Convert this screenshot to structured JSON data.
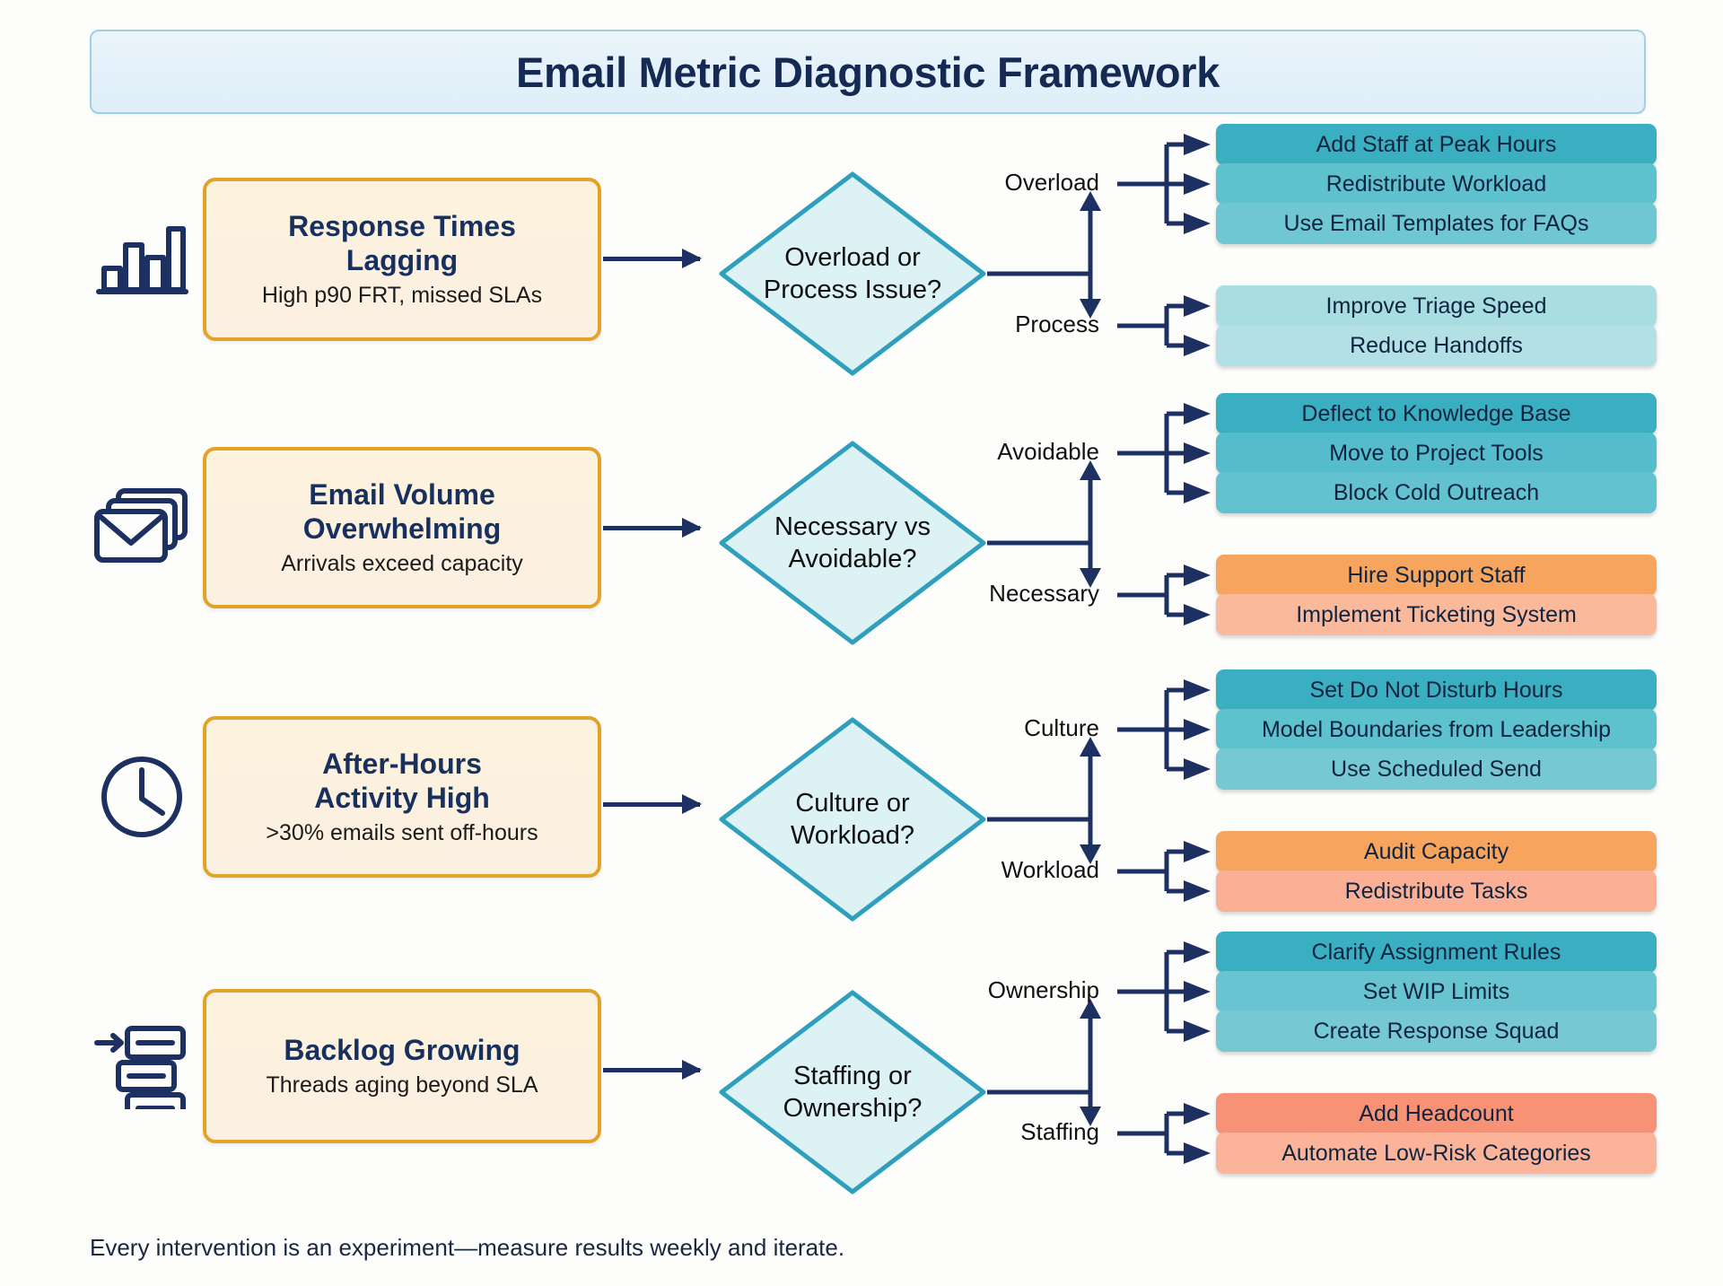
{
  "header": {
    "title": "Email Metric Diagnostic Framework"
  },
  "footer": {
    "note": "Every intervention is an experiment—measure results weekly and iterate."
  },
  "colors": {
    "title_text": "#142a52",
    "title_bg": "#e8f3fb",
    "title_border": "#9fd0e3",
    "problem_border": "#e2a32a",
    "problem_bg": "#fdf2dd",
    "problem_title": "#18305e",
    "diamond_border": "#2f9fbc",
    "diamond_fill": "#ddf2f5",
    "connector": "#1c3161",
    "teal_dark": "#3aafc2",
    "teal_mid": "#5ec1ce",
    "teal_light": "#7fcdd6",
    "teal_pale": "#a8dde2",
    "teal_palest": "#b9e3e6",
    "orange_dark": "#f7a45e",
    "orange_light": "#fbb99b",
    "coral_dark": "#f79277",
    "coral_light": "#fbb49a"
  },
  "rows": [
    {
      "icon": "bar-chart-icon",
      "problem": {
        "title_line1": "Response Times",
        "title_line2": "Lagging",
        "subtitle": "High p90 FRT, missed SLAs"
      },
      "decision": {
        "line1": "Overload or",
        "line2": "Process Issue?"
      },
      "branches": [
        {
          "label": "Overload",
          "actions": [
            {
              "text": "Add Staff at Peak Hours",
              "color": "#3aafc2"
            },
            {
              "text": "Redistribute Workload",
              "color": "#5ec1ce"
            },
            {
              "text": "Use Email Templates for FAQs",
              "color": "#6ec7d2"
            }
          ]
        },
        {
          "label": "Process",
          "actions": [
            {
              "text": "Improve Triage Speed",
              "color": "#a8dde2"
            },
            {
              "text": "Reduce Handoffs",
              "color": "#b3e0e4"
            }
          ]
        }
      ]
    },
    {
      "icon": "stacked-envelopes-icon",
      "problem": {
        "title_line1": "Email Volume",
        "title_line2": "Overwhelming",
        "subtitle": "Arrivals exceed capacity"
      },
      "decision": {
        "line1": "Necessary vs",
        "line2": "Avoidable?"
      },
      "branches": [
        {
          "label": "Avoidable",
          "actions": [
            {
              "text": "Deflect to Knowledge Base",
              "color": "#3aafc2"
            },
            {
              "text": "Move to Project Tools",
              "color": "#55bccb"
            },
            {
              "text": "Block Cold Outreach",
              "color": "#62c2cf"
            }
          ]
        },
        {
          "label": "Necessary",
          "actions": [
            {
              "text": "Hire Support Staff",
              "color": "#f7a45e"
            },
            {
              "text": "Implement Ticketing System",
              "color": "#fbb99b"
            }
          ]
        }
      ]
    },
    {
      "icon": "clock-icon",
      "problem": {
        "title_line1": "After-Hours",
        "title_line2": "Activity High",
        "subtitle": ">30% emails sent off-hours"
      },
      "decision": {
        "line1": "Culture or",
        "line2": "Workload?"
      },
      "branches": [
        {
          "label": "Culture",
          "actions": [
            {
              "text": "Set Do Not Disturb Hours",
              "color": "#3aafc2"
            },
            {
              "text": "Model Boundaries from Leadership",
              "color": "#5ec1ce"
            },
            {
              "text": "Use Scheduled Send",
              "color": "#76c9d2"
            }
          ]
        },
        {
          "label": "Workload",
          "actions": [
            {
              "text": "Audit Capacity",
              "color": "#f7a45e"
            },
            {
              "text": "Redistribute Tasks",
              "color": "#fbb096"
            }
          ]
        }
      ]
    },
    {
      "icon": "backlog-stack-icon",
      "problem": {
        "title_line1": "Backlog Growing",
        "title_line2": "",
        "subtitle": "Threads aging beyond SLA"
      },
      "decision": {
        "line1": "Staffing or",
        "line2": "Ownership?"
      },
      "branches": [
        {
          "label": "Ownership",
          "actions": [
            {
              "text": "Clarify Assignment Rules",
              "color": "#3aafc2"
            },
            {
              "text": "Set WIP Limits",
              "color": "#68c4d0"
            },
            {
              "text": "Create Response Squad",
              "color": "#76c9d2"
            }
          ]
        },
        {
          "label": "Staffing",
          "actions": [
            {
              "text": "Add Headcount",
              "color": "#f79277"
            },
            {
              "text": "Automate Low-Risk Categories",
              "color": "#fbb49a"
            }
          ]
        }
      ]
    }
  ]
}
